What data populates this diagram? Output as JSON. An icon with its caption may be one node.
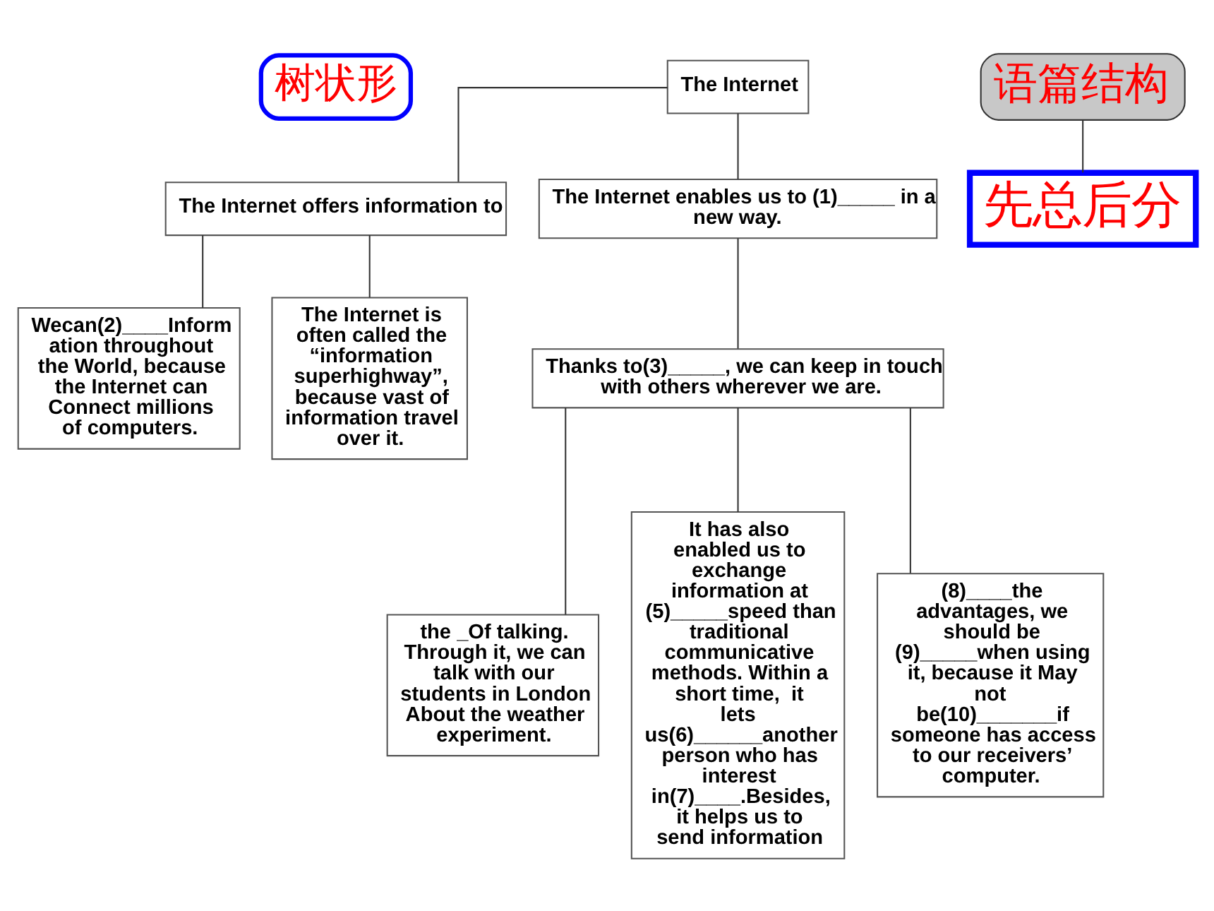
{
  "diagram": {
    "nodes": [
      {
        "text": [
          "树状形"
        ]
      },
      {
        "text": [
          "语篇结构"
        ]
      },
      {
        "text": [
          "The Internet"
        ]
      },
      {
        "text": [
          "The Internet offers information to"
        ]
      },
      {
        "text": [
          "The Internet enables us to (1)_____ in a new way."
        ]
      },
      {
        "text": [
          "先总后分"
        ]
      },
      {
        "text": [
          "Wecan(2)____Information throughout the World, because the Internet can Connect millions of computers."
        ]
      },
      {
        "text": [
          "The Internet is often called the “information superhighway”, because vast of information travel over it."
        ]
      },
      {
        "text": [
          "Thanks to(3)_____, we can keep in touch with others wherever we are."
        ]
      },
      {
        "text": [
          "the _Of talking. Through it, we can talk with our students in London About the weather experiment."
        ]
      },
      {
        "text": [
          "It has also enabled us to exchange information at (5)_____speed than traditional communicative methods. Within a short time,  it lets us(6)______another person who has interest in(7)____.Besides, it helps us to send information"
        ]
      },
      {
        "text": [
          "(8)____the advantages, we should be (9)_____when using it, because it May not be(10)_______if someone has access to our receivers’ computer."
        ]
      }
    ],
    "edges": [
      {
        "from": 2,
        "to": 3,
        "arrow": "none"
      },
      {
        "from": 2,
        "to": 4,
        "arrow": "none"
      },
      {
        "from": 3,
        "to": 6,
        "arrow": "none"
      },
      {
        "from": 3,
        "to": 7,
        "arrow": "none"
      },
      {
        "from": 4,
        "to": 8,
        "arrow": "none"
      },
      {
        "from": 8,
        "to": 9,
        "arrow": "none"
      },
      {
        "from": 8,
        "to": 10,
        "arrow": "none"
      },
      {
        "from": 8,
        "to": 11,
        "arrow": "none"
      },
      {
        "from": 1,
        "to": 5,
        "arrow": "none"
      }
    ]
  }
}
